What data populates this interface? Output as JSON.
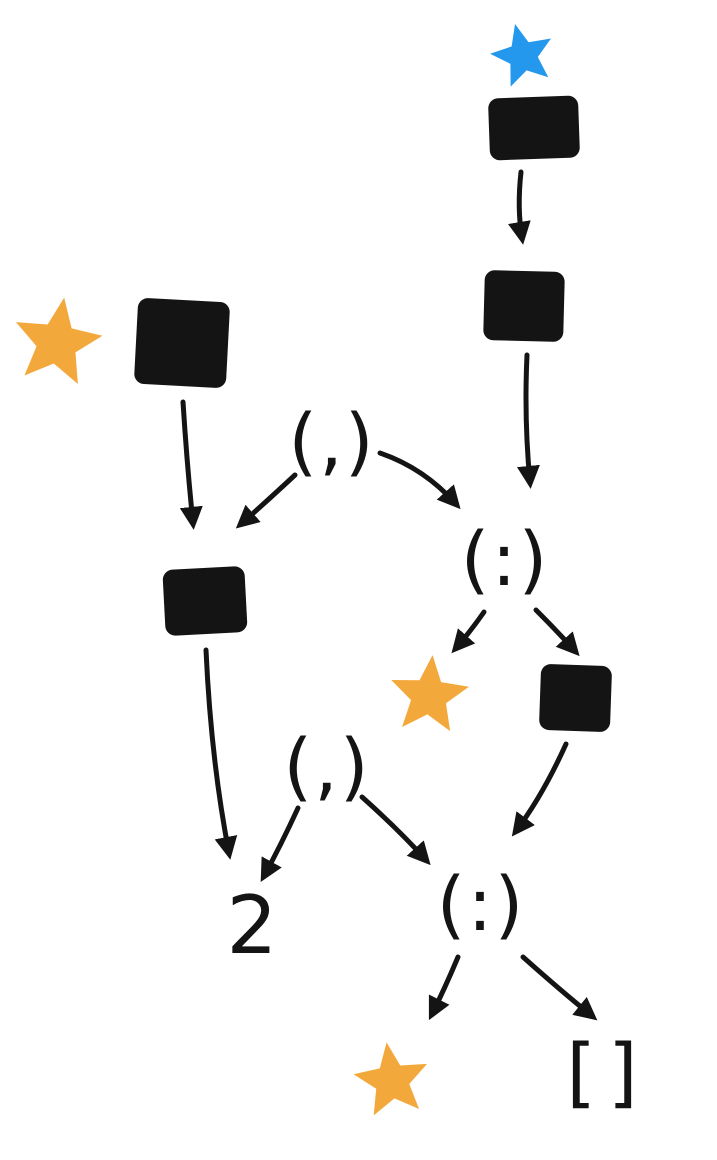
{
  "diagram": {
    "colors": {
      "blue": "#2398ec",
      "orange": "#f3a83b",
      "ink": "#141414",
      "background": "#ffffff"
    },
    "nodes": {
      "star_blue_root": {
        "type": "star",
        "color": "blue"
      },
      "box_top": {
        "type": "filled-box"
      },
      "box_right": {
        "type": "filled-box"
      },
      "star_orange_left": {
        "type": "star",
        "color": "orange"
      },
      "box_left": {
        "type": "filled-box"
      },
      "pair_upper": {
        "type": "text",
        "label": "(,)"
      },
      "cons_upper": {
        "type": "text",
        "label": "(:)"
      },
      "box_mid_left": {
        "type": "filled-box"
      },
      "star_orange_middle": {
        "type": "star",
        "color": "orange"
      },
      "box_mid_right": {
        "type": "filled-box"
      },
      "pair_lower": {
        "type": "text",
        "label": "(,)"
      },
      "leaf_two": {
        "type": "text",
        "label": "2"
      },
      "cons_lower": {
        "type": "text",
        "label": "(:)"
      },
      "star_orange_bottom": {
        "type": "star",
        "color": "orange"
      },
      "leaf_empty_list": {
        "type": "text",
        "label": "[]"
      }
    },
    "edges": [
      {
        "from": "box_top",
        "to": "box_right"
      },
      {
        "from": "box_right",
        "to": "cons_upper"
      },
      {
        "from": "box_left",
        "to": "box_mid_left"
      },
      {
        "from": "pair_upper",
        "to": "box_mid_left"
      },
      {
        "from": "pair_upper",
        "to": "cons_upper"
      },
      {
        "from": "cons_upper",
        "to": "star_orange_middle"
      },
      {
        "from": "cons_upper",
        "to": "box_mid_right"
      },
      {
        "from": "box_mid_left",
        "to": "leaf_two"
      },
      {
        "from": "pair_lower",
        "to": "leaf_two"
      },
      {
        "from": "pair_lower",
        "to": "cons_lower"
      },
      {
        "from": "box_mid_right",
        "to": "cons_lower"
      },
      {
        "from": "cons_lower",
        "to": "star_orange_bottom"
      },
      {
        "from": "cons_lower",
        "to": "leaf_empty_list"
      }
    ]
  }
}
